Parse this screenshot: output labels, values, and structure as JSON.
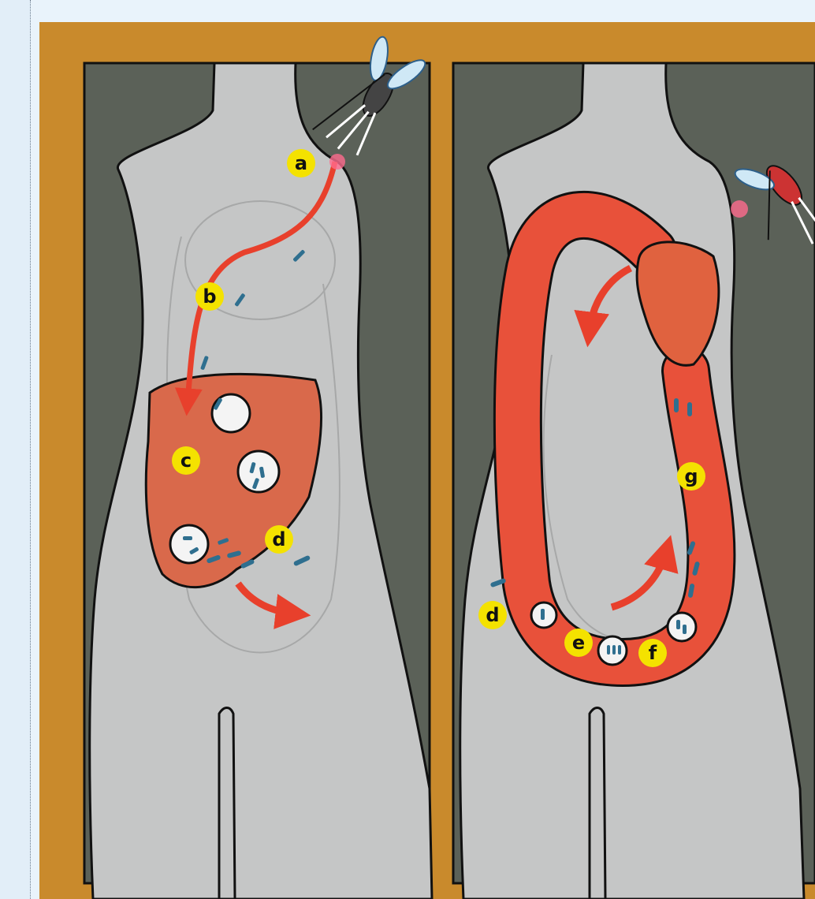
{
  "colors": {
    "background_brown": "#c98a2c",
    "panel_dark": "#5b6158",
    "body_gray": "#c5c6c6",
    "liver_red": "#d9694b",
    "vessel_red": "#e8513a",
    "marker_yellow": "#f4e200",
    "parasite_blue": "#2f6f8f"
  },
  "labels": {
    "left_a": "a",
    "left_b": "b",
    "left_c": "c",
    "left_d": "d",
    "right_d": "d",
    "right_e": "e",
    "right_f": "f",
    "right_g": "g"
  },
  "icons": {
    "mosquito_left": "mosquito-icon",
    "mosquito_right": "mosquito-icon"
  }
}
